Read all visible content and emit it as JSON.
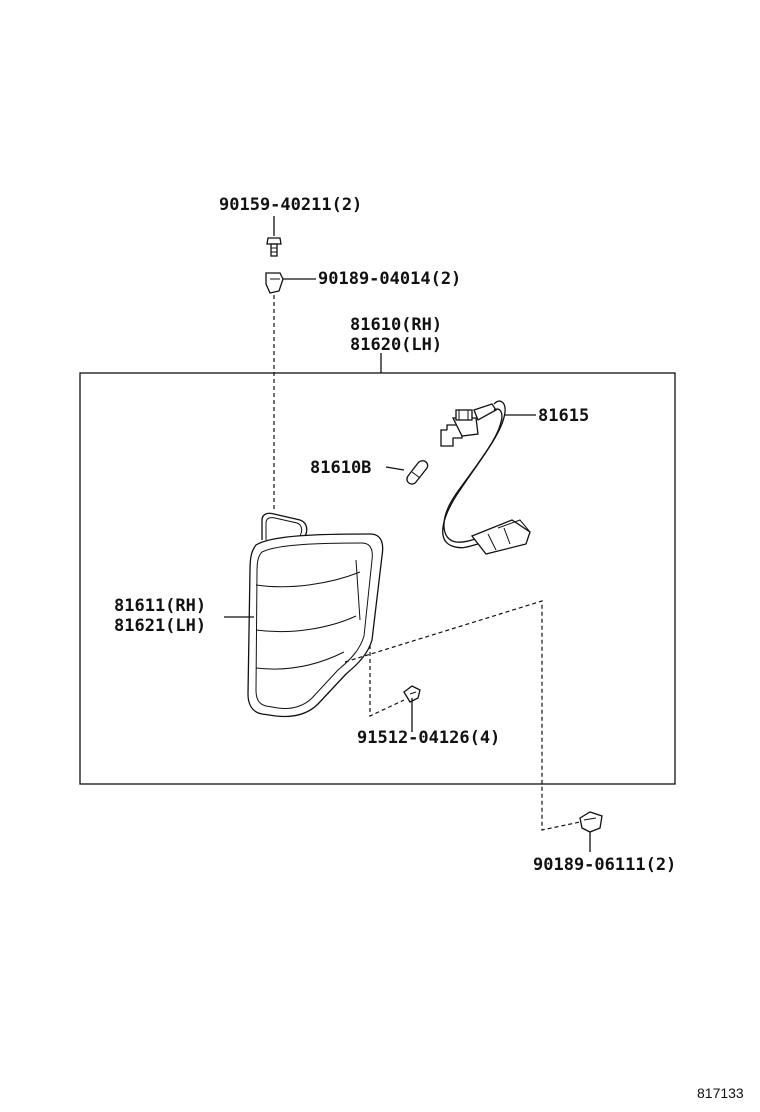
{
  "labels": {
    "bolt": "90159-40211(2)",
    "clip_top": "90189-04014(2)",
    "assy_rh": "81610(RH)",
    "assy_lh": "81620(LH)",
    "socket": "81615",
    "bulb": "81610B",
    "lens_rh": "81611(RH)",
    "lens_lh": "81621(LH)",
    "screw": "91512-04126(4)",
    "clip_bottom": "90189-06111(2)"
  },
  "diagram_ref": "817133",
  "colors": {
    "ink": "#111111",
    "background": "#ffffff"
  }
}
